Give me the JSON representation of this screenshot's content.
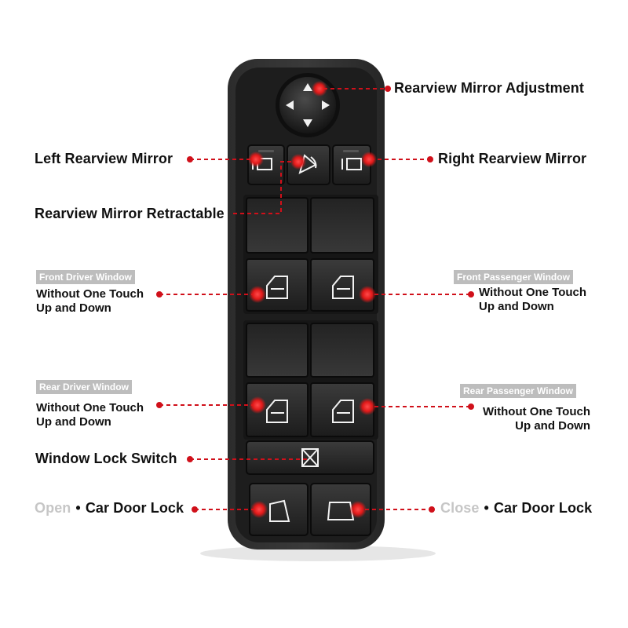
{
  "labels": {
    "mirror_adjustment": "Rearview Mirror Adjustment",
    "left_mirror": "Left Rearview Mirror",
    "right_mirror": "Right Rearview Mirror",
    "mirror_retractable": "Rearview Mirror Retractable",
    "front_driver_tag": "Front Driver Window",
    "front_passenger_tag": "Front Passenger Window",
    "rear_driver_tag": "Rear Driver Window",
    "rear_passenger_tag": "Rear Passenger Window",
    "without_one_touch": "Without One Touch",
    "up_and_down": "Up and Down",
    "window_lock_switch": "Window Lock Switch",
    "open_word": "Open",
    "close_word": "Close",
    "bullet": "•",
    "car_door_lock": "Car Door Lock"
  },
  "colors": {
    "callout_red": "#d0101a",
    "panel_dark": "#1e1e1e",
    "panel_edge": "#3a3a3a",
    "button_dark": "#2a2a2a",
    "tag_grey": "#bdbdbd",
    "icon_white": "#f2f2f2"
  },
  "icons": {
    "mirror_joystick": "four-arrow-joystick-icon",
    "left_mirror": "left-mirror-icon",
    "mirror_fold": "mirror-fold-icon",
    "right_mirror": "right-mirror-icon",
    "window": "window-icon",
    "window_lock": "window-lock-icon",
    "door_unlock": "door-unlock-icon",
    "door_lock": "door-lock-icon"
  }
}
